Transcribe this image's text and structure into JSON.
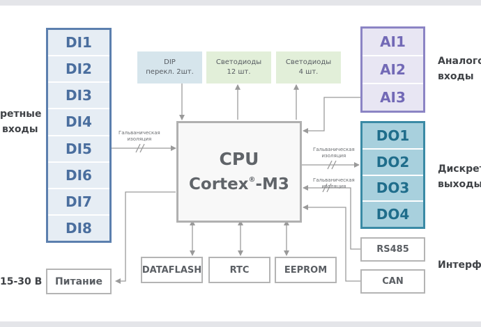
{
  "discrete_inputs": {
    "items": [
      "DI1",
      "DI2",
      "DI3",
      "DI4",
      "DI5",
      "DI6",
      "DI7",
      "DI8"
    ],
    "label_line1": "ретные",
    "label_line2": "входы"
  },
  "analog_inputs": {
    "items": [
      "AI1",
      "AI2",
      "AI3"
    ],
    "label_line1": "Аналого",
    "label_line2": "входы"
  },
  "discrete_outputs": {
    "items": [
      "DO1",
      "DO2",
      "DO3",
      "DO4"
    ],
    "label_line1": "Дискрет",
    "label_line2": "выходы"
  },
  "top_boxes": {
    "dip": {
      "line1": "DIP",
      "line2": "перекл. 2шт."
    },
    "leds12": {
      "line1": "Светодиоды",
      "line2": "12 шт."
    },
    "leds4": {
      "line1": "Светодиоды",
      "line2": "4 шт."
    }
  },
  "cpu": {
    "title": "CPU",
    "sub_main": "Cortex",
    "sub_reg": "®",
    "sub_tail": "-M3"
  },
  "isolation": {
    "left": {
      "line1": "Гальваническая",
      "line2": "изоляция"
    },
    "right_do": {
      "line1": "Гальваническая",
      "line2": "изоляция"
    },
    "right_ifc": {
      "line1": "Гальваническая",
      "line2": "изоляция"
    }
  },
  "bottom_boxes": {
    "dataflash": "DATAFLASH",
    "rtc": "RTC",
    "eeprom": "EEPROM"
  },
  "interfaces": {
    "rs485": "RS485",
    "can": "CAN",
    "label": "Интерф"
  },
  "power": {
    "voltage": "15-30 В",
    "label": "Питание"
  },
  "colors": {
    "di_border": "#5b7fae",
    "ai_border": "#8b84c4",
    "do_border": "#3a8aa5",
    "dip_fill": "#d6e5ec",
    "led_fill": "#e2efd9",
    "line": "#9a9a9a"
  }
}
